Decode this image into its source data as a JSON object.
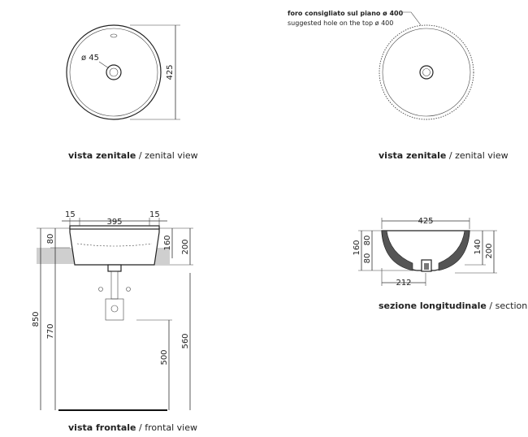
{
  "top_left": {
    "hole_label": "ø 45",
    "height_dim": "425",
    "caption_bold": "vista zenitale",
    "caption_rest": " / zenital view"
  },
  "top_right": {
    "note_line1": "foro consigliato sul piano ø 400",
    "note_line2": "suggested hole on the top ø 400",
    "caption_bold": "vista zenitale",
    "caption_rest": " / zenital view"
  },
  "front": {
    "dim_left_rim": "15",
    "dim_width": "395",
    "dim_right_rim": "15",
    "dim_80": "80",
    "dim_160": "160",
    "dim_200": "200",
    "dim_850": "850",
    "dim_770": "770",
    "dim_500": "500",
    "dim_560": "560",
    "caption_bold": "vista frontale",
    "caption_rest": " / frontal view"
  },
  "section": {
    "dim_425": "425",
    "dim_160": "160",
    "dim_80a": "80",
    "dim_80b": "80",
    "dim_140": "140",
    "dim_200": "200",
    "dim_212": "212",
    "caption_bold": "sezione longitudinale",
    "caption_rest": " / section"
  }
}
